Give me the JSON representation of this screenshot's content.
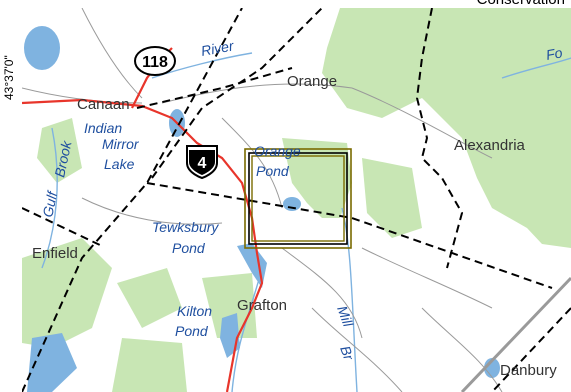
{
  "coordinate_label": "43°37'0\"",
  "top_label": "Conservation",
  "places": {
    "orange": "Orange",
    "canaan": "Canaan",
    "alexandria": "Alexandria",
    "enfield": "Enfield",
    "grafton": "Grafton",
    "danbury": "Danbury"
  },
  "water": {
    "indian_mirror_lake": [
      "Indian",
      "Mirror",
      "Lake"
    ],
    "orange_pond": [
      "Orange",
      "Pond"
    ],
    "tewksbury_pond": [
      "Tewksbury",
      "Pond"
    ],
    "kilton_pond": [
      "Kilton",
      "Pond"
    ],
    "gulf_brook": [
      "Gulf",
      "Brook"
    ],
    "mill_brook": [
      "Mill",
      "Br"
    ],
    "river_fragment": "River",
    "fo_fragment": "Fo"
  },
  "routes": {
    "nh118": "118",
    "us4": "4"
  },
  "colors": {
    "forest": "#c8e6b4",
    "water": "#7fb3e0",
    "water_label": "#1f4f9f",
    "road_red": "#e8352b",
    "road_gray": "#9a9a9a",
    "boundary": "#000000",
    "frame": "#7a6b00"
  }
}
